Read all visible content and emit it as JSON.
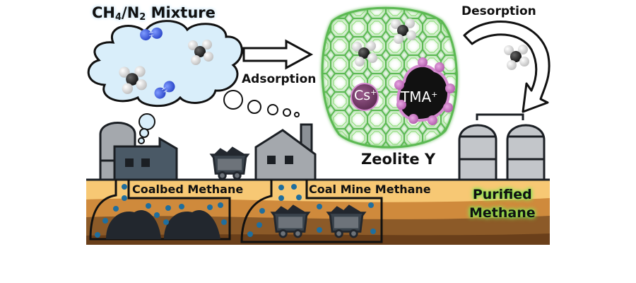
{
  "figure": {
    "mixture_title": {
      "main": "CH",
      "sub1": "4",
      "mid": "/N",
      "sub2": "2",
      "tail": " Mixture"
    },
    "adsorption_label": "Adsorption",
    "desorption_label": "Desorption",
    "zeolite_label": "Zeolite Y",
    "cation_cs": {
      "base": "Cs",
      "charge": "+"
    },
    "cation_tma": {
      "base": "TMA",
      "charge": "+"
    },
    "coalbed_label": "Coalbed Methane",
    "coalmine_label": "Coal Mine Methane",
    "purified_label": {
      "line1": "Purified",
      "line2": "Methane"
    }
  },
  "colors": {
    "cloud_fill": "#d9eefa",
    "n2_blue": "#3b5bdb",
    "zeolite_green": "#6ccf6a",
    "cation_purple": "#7a3f6e",
    "tma_pink": "#d58ad0",
    "ground_light": "#f7c874",
    "ground_mid": "#cf8a3c",
    "ground_dark": "#8c5a28",
    "ground_deep": "#6a3f1a",
    "methane_dot": "#1f6e9e",
    "coal": "#22272e",
    "building_dark": "#4a5966",
    "building_light": "#a4a8ad",
    "tank": "#c3c6ca"
  }
}
